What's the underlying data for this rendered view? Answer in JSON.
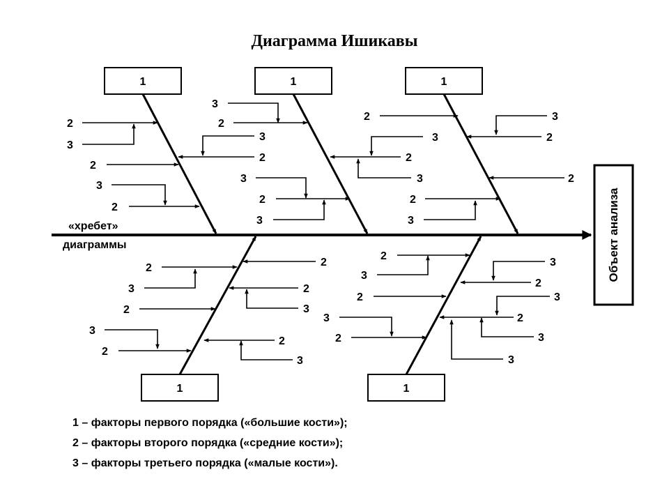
{
  "title": "Диаграмма Ишикавы",
  "spine_label_1": "«хребет»",
  "spine_label_2": "диаграммы",
  "object_label": "Объект анализа",
  "big_bone_label": "1",
  "medium_label": "2",
  "small_label": "3",
  "legend": [
    "1 – факторы первого порядка («большие кости»);",
    "2 – факторы второго порядка («средние кости»);",
    "3 – факторы третьего порядка («малые кости»)."
  ]
}
